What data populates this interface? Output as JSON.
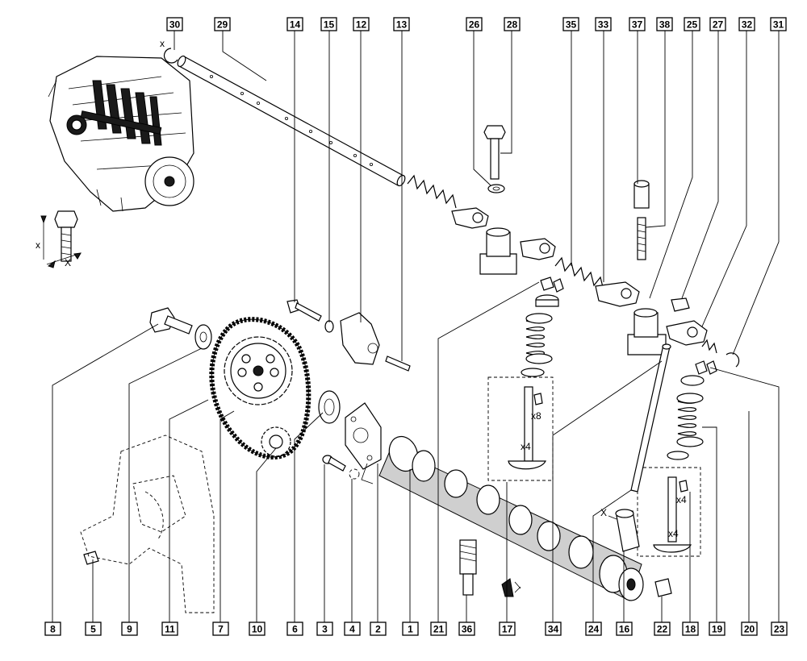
{
  "callouts": {
    "c30": "30",
    "c29": "29",
    "c14": "14",
    "c15": "15",
    "c12": "12",
    "c13": "13",
    "c26": "26",
    "c28": "28",
    "c35": "35",
    "c33": "33",
    "c37": "37",
    "c38": "38",
    "c25": "25",
    "c27": "27",
    "c32": "32",
    "c31": "31",
    "c8": "8",
    "c5": "5",
    "c9": "9",
    "c11": "11",
    "c7": "7",
    "c10": "10",
    "c6": "6",
    "c3": "3",
    "c4": "4",
    "c2": "2",
    "c1": "1",
    "c21": "21",
    "c36": "36",
    "c17": "17",
    "c34": "34",
    "c24": "24",
    "c16": "16",
    "c22": "22",
    "c18": "18",
    "c19": "19",
    "c20": "20",
    "c23": "23"
  },
  "labels": {
    "x_top": "x",
    "x_side": "X",
    "x_bolt_left": "x",
    "x_bolt_right": "X",
    "qty_x8": "x8",
    "qty_x4_left": "x4",
    "qty_x4_right": "x4",
    "qty_x4_small": "x4"
  }
}
